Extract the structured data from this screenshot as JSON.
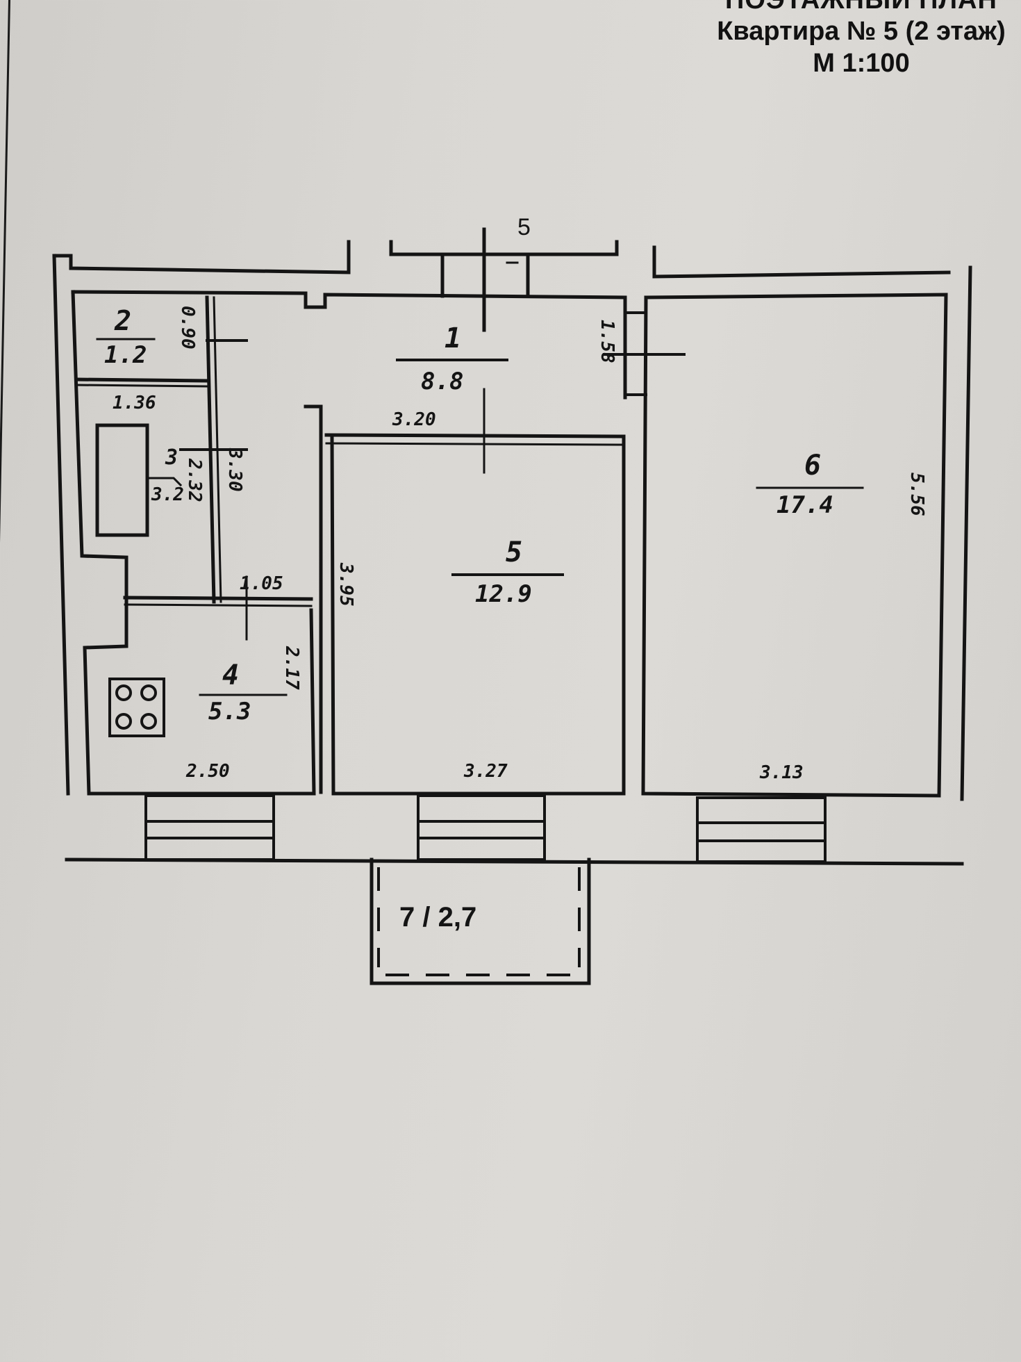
{
  "header": {
    "title_partial": "ПОЭТАЖНЫЙ ПЛАН",
    "apartment": "Квартира № 5 (2 этаж)",
    "scale": "М 1:100"
  },
  "plan": {
    "axis_label": "5",
    "rooms": [
      {
        "number": "1",
        "area": "8.8"
      },
      {
        "number": "2",
        "area": "1.2"
      },
      {
        "number": "3",
        "area": "3.2"
      },
      {
        "number": "4",
        "area": "5.3"
      },
      {
        "number": "5",
        "area": "12.9"
      },
      {
        "number": "6",
        "area": "17.4"
      }
    ],
    "balcony": {
      "label": "7 / 2,7"
    },
    "dimensions": {
      "d_0_90": "0.90",
      "d_1_36": "1.36",
      "d_2_32": "2.32",
      "d_3_30": "3.30",
      "d_1_05": "1.05",
      "d_2_17": "2.17",
      "d_2_50": "2.50",
      "d_3_20": "3.20",
      "d_1_58": "1.58",
      "d_3_95": "3.95",
      "d_3_27": "3.27",
      "d_5_56": "5.56",
      "d_3_13": "3.13"
    }
  },
  "colors": {
    "ink": "#141414",
    "paper": "#d8d6d2"
  }
}
